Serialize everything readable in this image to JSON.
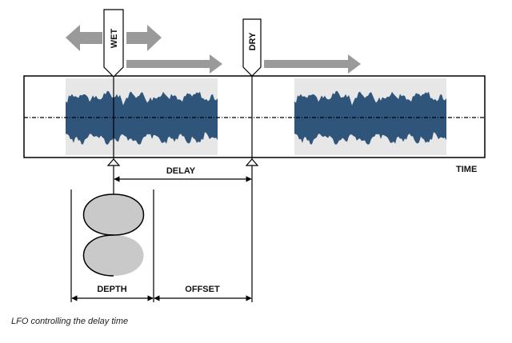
{
  "diagram": {
    "markers": {
      "wet": "WET",
      "dry": "DRY"
    },
    "labels": {
      "time": "TIME",
      "delay": "DELAY",
      "depth": "DEPTH",
      "offset": "OFFSET"
    },
    "caption": "LFO controlling the delay time",
    "colors": {
      "waveform": "#2f557a",
      "waveform_band": "#e7e7e7",
      "arrow": "#9a9a9a",
      "lfo_fill": "#c9c9c9",
      "line": "#000000"
    }
  }
}
